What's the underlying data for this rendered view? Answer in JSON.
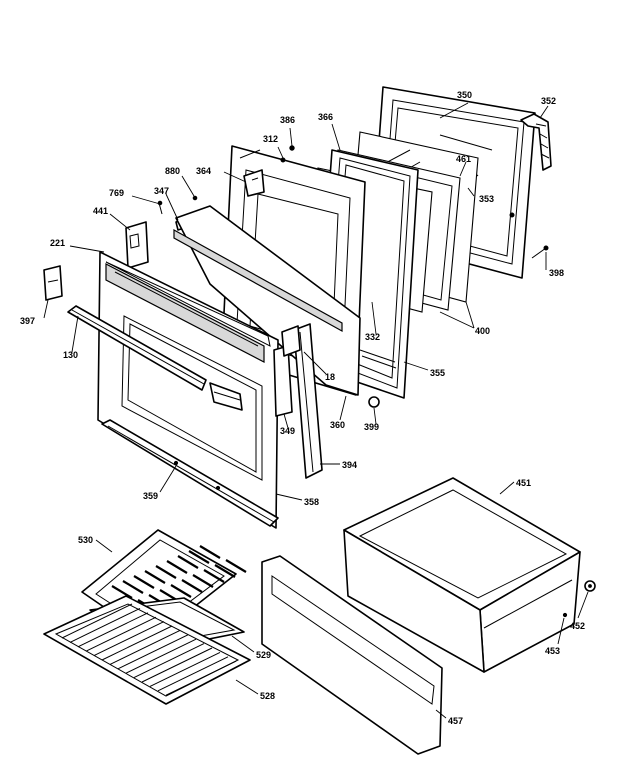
{
  "labels": {
    "p350": "350",
    "p352": "352",
    "p386": "386",
    "p366": "366",
    "p312": "312",
    "p880": "880",
    "p364": "364",
    "p461": "461",
    "p353": "353",
    "p769": "769",
    "p347": "347",
    "p441": "441",
    "p221": "221",
    "p398": "398",
    "p397": "397",
    "p332": "332",
    "p400": "400",
    "p130": "130",
    "p18": "18",
    "p355": "355",
    "p349": "349",
    "p360": "360",
    "p399": "399",
    "p394": "394",
    "p359": "359",
    "p358": "358",
    "p451": "451",
    "p530": "530",
    "p452": "452",
    "p453": "453",
    "p529": "529",
    "p528": "528",
    "p457": "457"
  }
}
